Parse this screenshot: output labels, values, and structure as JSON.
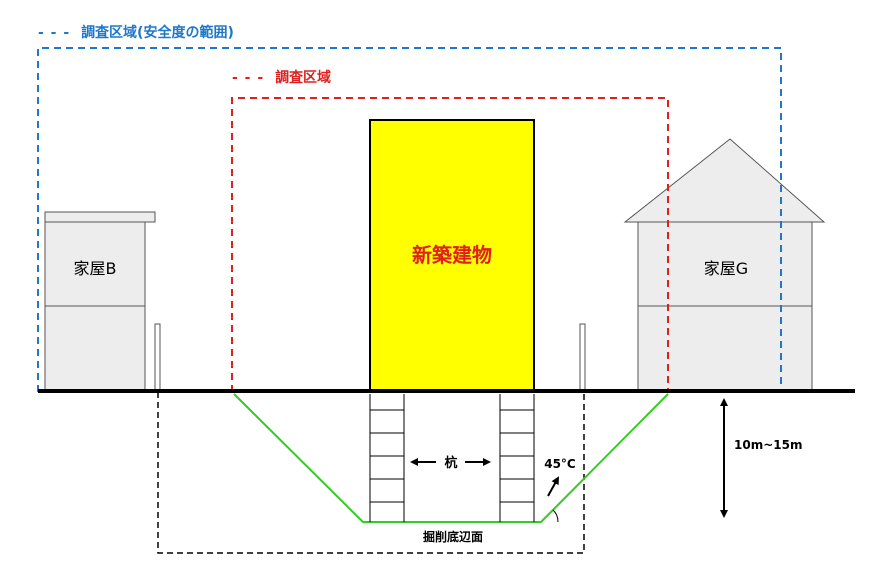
{
  "colors": {
    "safety_zone": "#1f77c9",
    "survey_zone": "#e02020",
    "new_building_fill": "#ffff00",
    "new_building_label": "#e02020",
    "house_fill": "#ededed",
    "excavation_line": "#33cc22",
    "ground": "#000000"
  },
  "legend": {
    "safety_zone_label": "調査区域(安全度の範囲)",
    "survey_zone_label": "調査区域"
  },
  "buildings": {
    "new_building": "新築建物",
    "house_b": "家屋B",
    "house_g": "家屋G"
  },
  "annotations": {
    "pile": "杭",
    "angle": "45°C",
    "depth": "10m~15m",
    "excavation_bottom": "掘削底辺面"
  }
}
